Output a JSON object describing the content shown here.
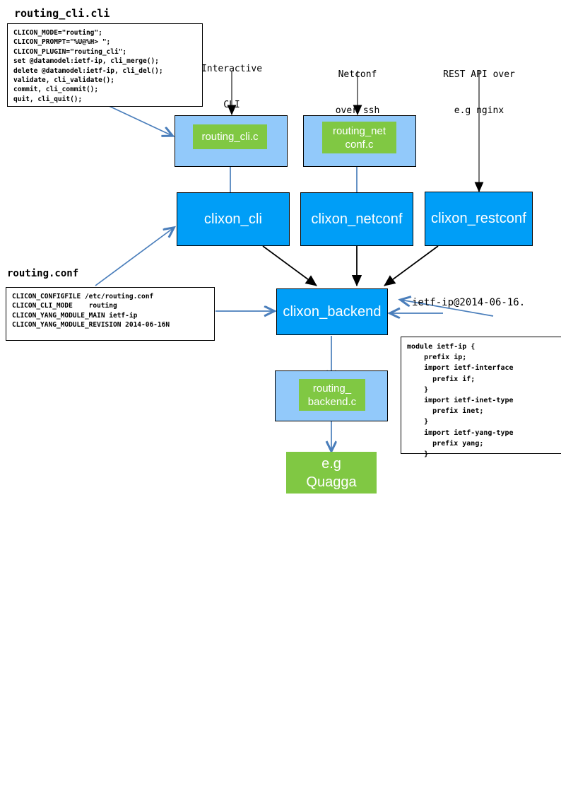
{
  "diagram": {
    "title_routing_cli": "routing_cli.cli",
    "title_routing_conf": "routing.conf",
    "title_yang": "ietf-ip@2014-06-16.",
    "colors": {
      "process_blue": "#009EF7",
      "plugin_host_blue": "#92C9FA",
      "plugin_green": "#80C843",
      "arrow_blue": "#4A7EBB",
      "arrow_black": "#000000",
      "box_border": "#000000",
      "text_white": "#FFFFFF"
    }
  },
  "inputs": [
    {
      "name": "interactive-cli",
      "line1": "Interactive",
      "line2": "CLI"
    },
    {
      "name": "netconf-over-ssh",
      "line1": "Netconf",
      "line2": "over ssh"
    },
    {
      "name": "rest-api",
      "line1": "REST API over",
      "line2": "e.g nginx"
    }
  ],
  "code_boxes": {
    "routing_cli_cli": "CLICON_MODE=\"routing\";\nCLICON_PROMPT=\"%U@%H> \";\nCLICON_PLUGIN=\"routing_cli\";\nset @datamodel:ietf-ip, cli_merge();\ndelete @datamodel:ietf-ip, cli_del();\nvalidate, cli_validate();\ncommit, cli_commit();\nquit, cli_quit();",
    "routing_conf": "CLICON_CONFIGFILE /etc/routing.conf\nCLICON_CLI_MODE    routing\nCLICON_YANG_MODULE_MAIN ietf-ip\nCLICON_YANG_MODULE_REVISION 2014-06-16N",
    "yang_module": "module ietf-ip {\n    prefix ip;\n    import ietf-interface\n      prefix if;\n    }\n    import ietf-inet-type\n      prefix inet;\n    }\n    import ietf-yang-type\n      prefix yang;\n    }"
  },
  "plugin_hosts": [
    {
      "name": "routing-cli-plugin-host",
      "chip_label": "routing_cli.c"
    },
    {
      "name": "routing-netconf-plugin-host",
      "chip_label": "routing_net\nconf.c"
    },
    {
      "name": "routing-backend-plugin-host",
      "chip_label": "routing_\nbackend.c"
    }
  ],
  "processes": [
    {
      "name": "clixon-cli",
      "label": "clixon_cli"
    },
    {
      "name": "clixon-netconf",
      "label": "clixon_netconf"
    },
    {
      "name": "clixon-restconf",
      "label": "clixon_restconf"
    },
    {
      "name": "clixon-backend",
      "label": "clixon_backend"
    }
  ],
  "leaf": {
    "name": "quagga",
    "line1": "e.g",
    "line2": "Quagga"
  }
}
